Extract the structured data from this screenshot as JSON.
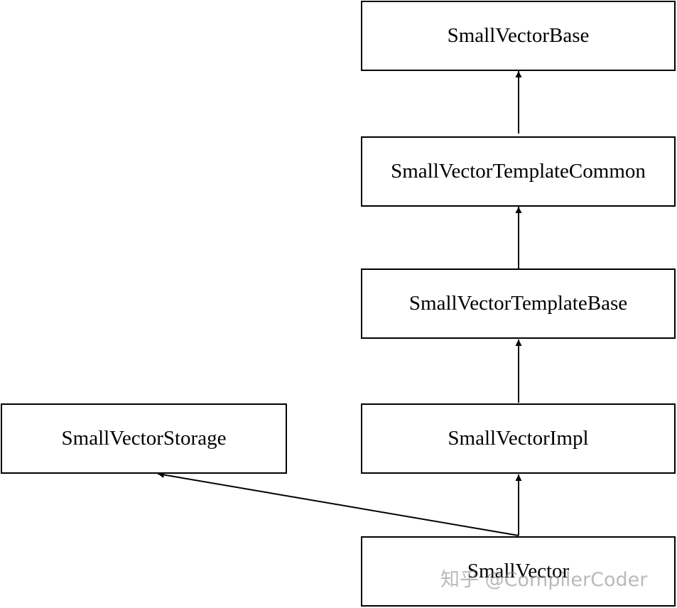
{
  "diagram": {
    "nodes": {
      "small_vector_base": "SmallVectorBase",
      "small_vector_template_common": "SmallVectorTemplateCommon",
      "small_vector_template_base": "SmallVectorTemplateBase",
      "small_vector_impl": "SmallVectorImpl",
      "small_vector_storage": "SmallVectorStorage",
      "small_vector": "SmallVector"
    },
    "edges": [
      {
        "from": "small_vector_template_common",
        "to": "small_vector_base"
      },
      {
        "from": "small_vector_template_base",
        "to": "small_vector_template_common"
      },
      {
        "from": "small_vector_impl",
        "to": "small_vector_template_base"
      },
      {
        "from": "small_vector",
        "to": "small_vector_impl"
      },
      {
        "from": "small_vector",
        "to": "small_vector_storage"
      }
    ]
  },
  "watermark": "知乎 @CompilerCoder"
}
